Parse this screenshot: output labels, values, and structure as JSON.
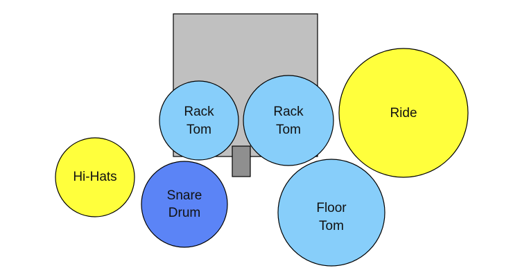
{
  "colors": {
    "bass_drum": "#c0c0c0",
    "pedal": "#8f8f8f",
    "tom": "#87cefa",
    "cymbal": "#ffff3c",
    "snare": "#5b84f6",
    "outline": "#000000"
  },
  "pieces": {
    "bass_drum": {
      "label_lines": []
    },
    "pedal": {
      "label_lines": []
    },
    "rack_tom_left": {
      "label_lines": [
        "Rack",
        "Tom"
      ]
    },
    "rack_tom_right": {
      "label_lines": [
        "Rack",
        "Tom"
      ]
    },
    "ride": {
      "label_lines": [
        "Ride"
      ]
    },
    "hi_hats": {
      "label_lines": [
        "Hi-Hats"
      ]
    },
    "snare_drum": {
      "label_lines": [
        "Snare",
        "Drum"
      ]
    },
    "floor_tom": {
      "label_lines": [
        "Floor",
        "Tom"
      ]
    }
  }
}
